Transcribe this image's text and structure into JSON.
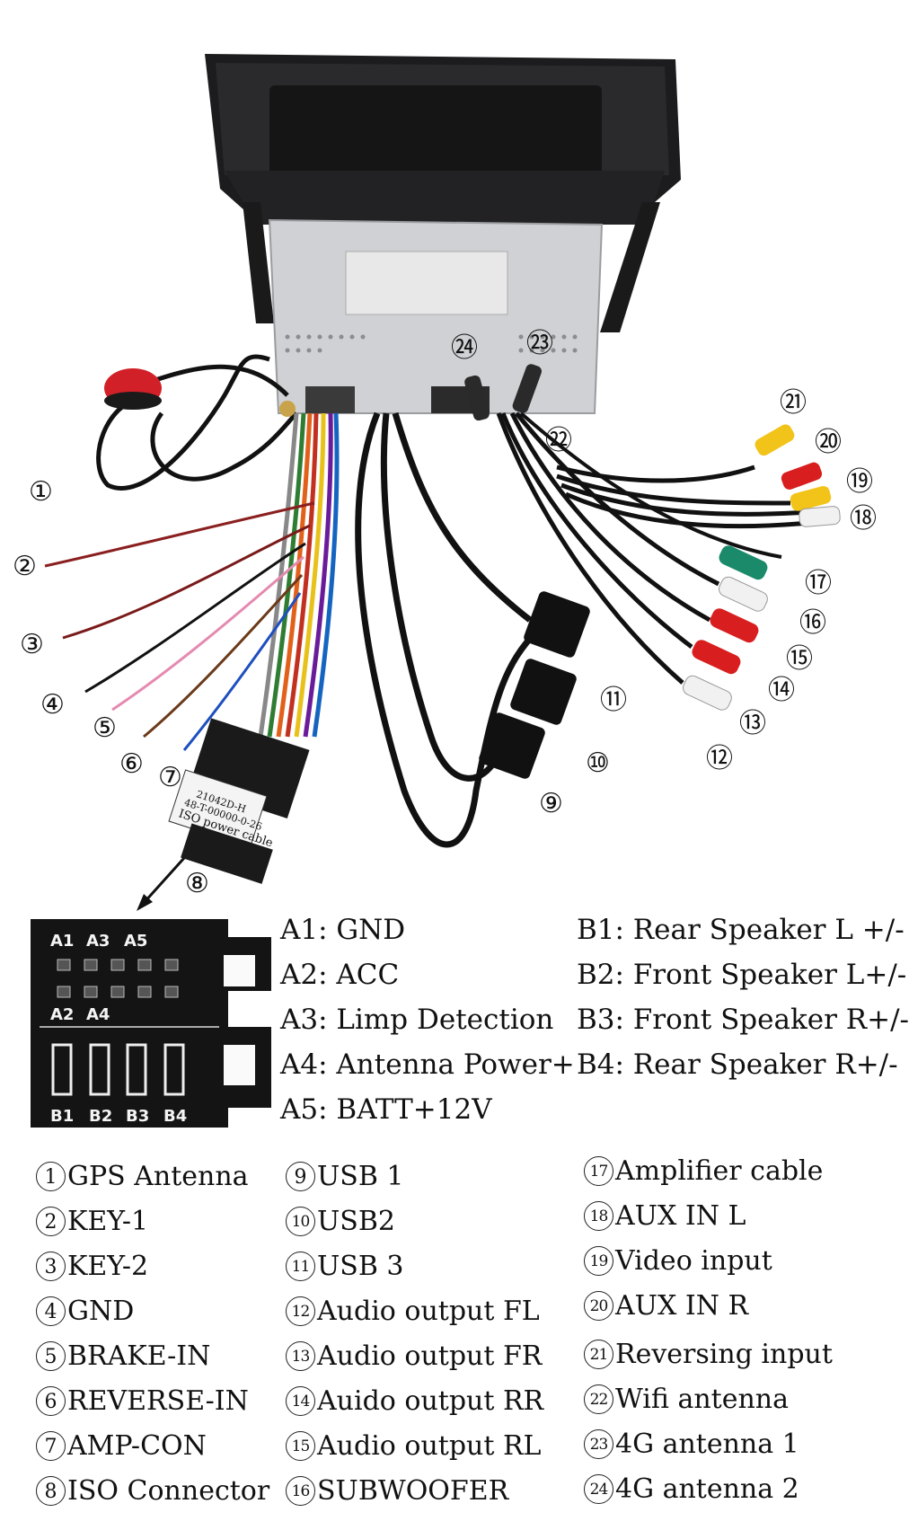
{
  "callouts": [
    {
      "num": "①"
    },
    {
      "num": "②"
    },
    {
      "num": "③"
    },
    {
      "num": "④"
    },
    {
      "num": "⑤"
    },
    {
      "num": "⑥"
    },
    {
      "num": "⑦"
    },
    {
      "num": "⑧"
    },
    {
      "num": "⑨"
    },
    {
      "num": "⑩"
    },
    {
      "num": "⑪"
    },
    {
      "num": "⑫"
    },
    {
      "num": "⑬"
    },
    {
      "num": "⑭"
    },
    {
      "num": "⑮"
    },
    {
      "num": "⑯"
    },
    {
      "num": "⑰"
    },
    {
      "num": "⑱"
    },
    {
      "num": "⑲"
    },
    {
      "num": "⑳"
    },
    {
      "num": "㉑"
    },
    {
      "num": "㉒"
    },
    {
      "num": "㉓"
    },
    {
      "num": "㉔"
    }
  ],
  "iso_label": {
    "line1": "21042D-H",
    "line2": "48-T-00000-0-26",
    "line3": "ISO power cable"
  },
  "pinout": {
    "top_labels": [
      "A1",
      "A3",
      "A5"
    ],
    "mid_labels": [
      "A2",
      "A4"
    ],
    "bottom_labels": [
      "B1",
      "B2",
      "B3",
      "B4"
    ]
  },
  "pin_a": [
    "A1: GND",
    "A2: ACC",
    "A3: Limp Detection",
    "A4: Antenna Power+",
    "A5: BATT+12V"
  ],
  "pin_b": [
    "B1: Rear Speaker L +/-",
    "B2: Front Speaker L+/-",
    "B3: Front Speaker R+/-",
    "B4: Rear Speaker R+/-"
  ],
  "legend": {
    "col1": [
      {
        "num": "1",
        "label": "GPS Antenna"
      },
      {
        "num": "2",
        "label": "KEY-1"
      },
      {
        "num": "3",
        "label": "KEY-2"
      },
      {
        "num": "4",
        "label": "GND"
      },
      {
        "num": "5",
        "label": "BRAKE-IN"
      },
      {
        "num": "6",
        "label": "REVERSE-IN"
      },
      {
        "num": "7",
        "label": "AMP-CON"
      },
      {
        "num": "8",
        "label": "ISO Connector"
      }
    ],
    "col2": [
      {
        "num": "9",
        "label": "USB 1"
      },
      {
        "num": "10",
        "label": "USB2"
      },
      {
        "num": "11",
        "label": "USB 3"
      },
      {
        "num": "12",
        "label": "Audio output FL"
      },
      {
        "num": "13",
        "label": "Audio output FR"
      },
      {
        "num": "14",
        "label": "Auido output RR"
      },
      {
        "num": "15",
        "label": "Audio output RL"
      },
      {
        "num": "16",
        "label": "SUBWOOFER"
      }
    ],
    "col3": [
      {
        "num": "17",
        "label": "Amplifier cable"
      },
      {
        "num": "18",
        "label": "AUX IN L"
      },
      {
        "num": "19",
        "label": "Video input"
      },
      {
        "num": "20",
        "label": "AUX IN R"
      },
      {
        "num": "21",
        "label": "Reversing input"
      },
      {
        "num": "22",
        "label": "Wifi antenna"
      },
      {
        "num": "23",
        "label": "4G antenna 1"
      },
      {
        "num": "24",
        "label": "4G antenna 2"
      }
    ]
  }
}
